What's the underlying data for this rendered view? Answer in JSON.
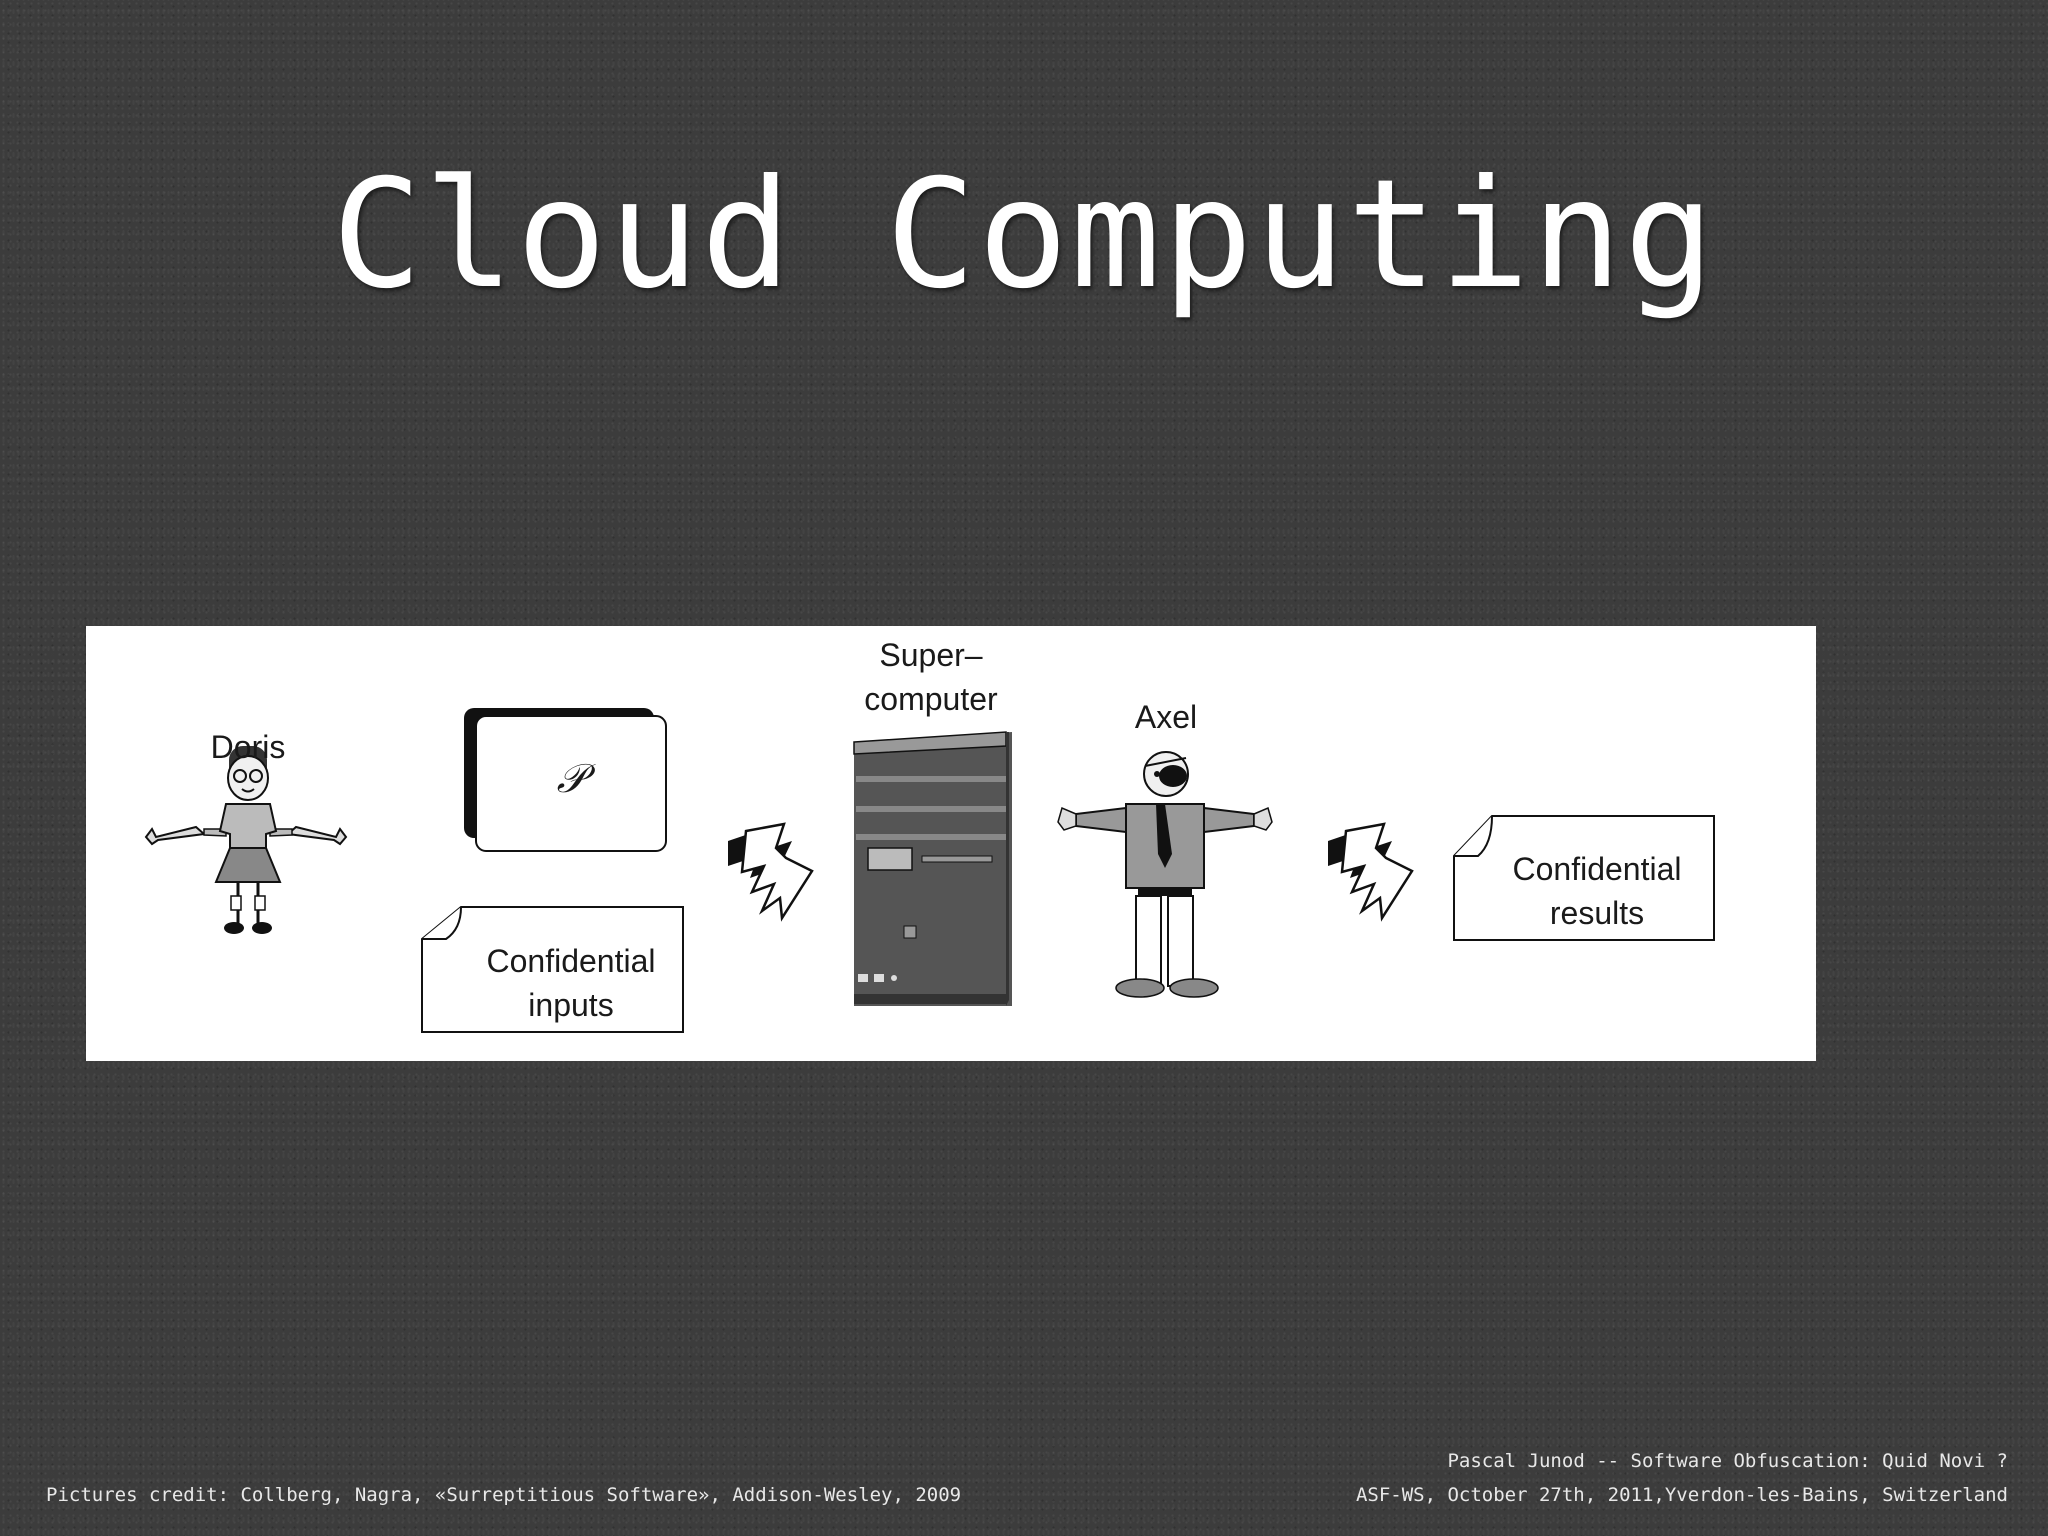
{
  "slide": {
    "title": "Cloud Computing"
  },
  "figure": {
    "labels": {
      "doris": "Doris",
      "program": "𝒫",
      "inputs_line1": "Confidential",
      "inputs_line2": "inputs",
      "super_line1": "Super–",
      "super_line2": "computer",
      "axel": "Axel",
      "results_line1": "Confidential",
      "results_line2": "results"
    },
    "icons": [
      "girl-figure-icon",
      "program-card-icon",
      "document-icon",
      "lightning-arrow-icon",
      "server-tower-icon",
      "man-figure-icon",
      "lightning-arrow-icon",
      "document-icon"
    ]
  },
  "footer": {
    "credit": "Pictures credit: Collberg, Nagra, «Surreptitious Software», Addison-Wesley, 2009",
    "author_line": "Pascal Junod -- Software Obfuscation: Quid Novi ?",
    "venue_line": "ASF-WS, October 27th, 2011,Yverdon-les-Bains, Switzerland"
  }
}
